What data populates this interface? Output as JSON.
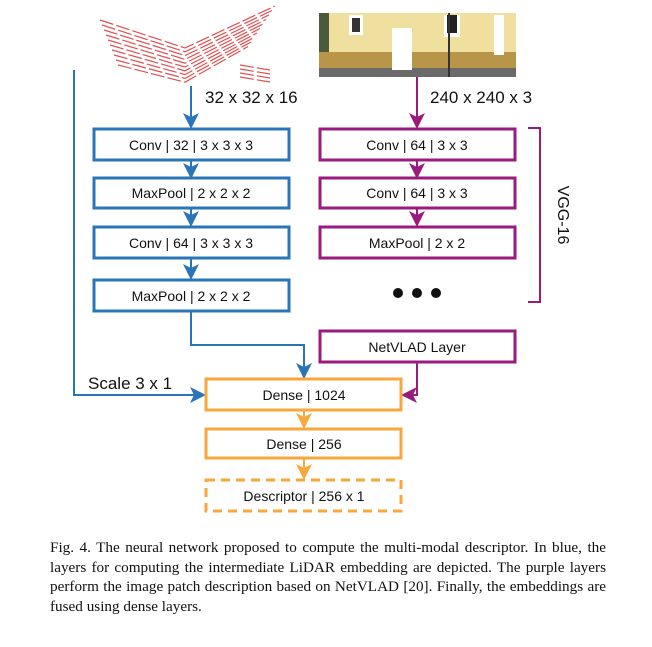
{
  "colors": {
    "lidar": "#2a74b8",
    "image": "#9a1b7e",
    "fusion": "#f8a73c",
    "lidar_points": "#e05050"
  },
  "inputs": {
    "lidar_dims": "32 x 32 x 16",
    "image_dims": "240 x 240 x 3",
    "scale_label": "Scale 3 x 1"
  },
  "lidar_layers": [
    "Conv | 32 | 3 x 3 x 3",
    "MaxPool | 2 x 2 x 2",
    "Conv | 64 | 3 x 3 x 3",
    "MaxPool | 2 x 2 x 2"
  ],
  "image_layers": [
    "Conv | 64 | 3 x 3",
    "Conv | 64 | 3 x 3",
    "MaxPool | 2 x 2"
  ],
  "netvlad": "NetVLAD Layer",
  "vgg_label": "VGG-16",
  "fusion_layers": [
    "Dense | 1024",
    "Dense | 256"
  ],
  "descriptor": "Descriptor | 256 x 1",
  "caption": "Fig. 4.   The neural network proposed to compute the multi-modal descriptor. In blue, the layers for computing the intermediate LiDAR embedding are depicted. The purple layers perform the image patch description based on NetVLAD [20]. Finally, the embeddings are fused using dense layers."
}
